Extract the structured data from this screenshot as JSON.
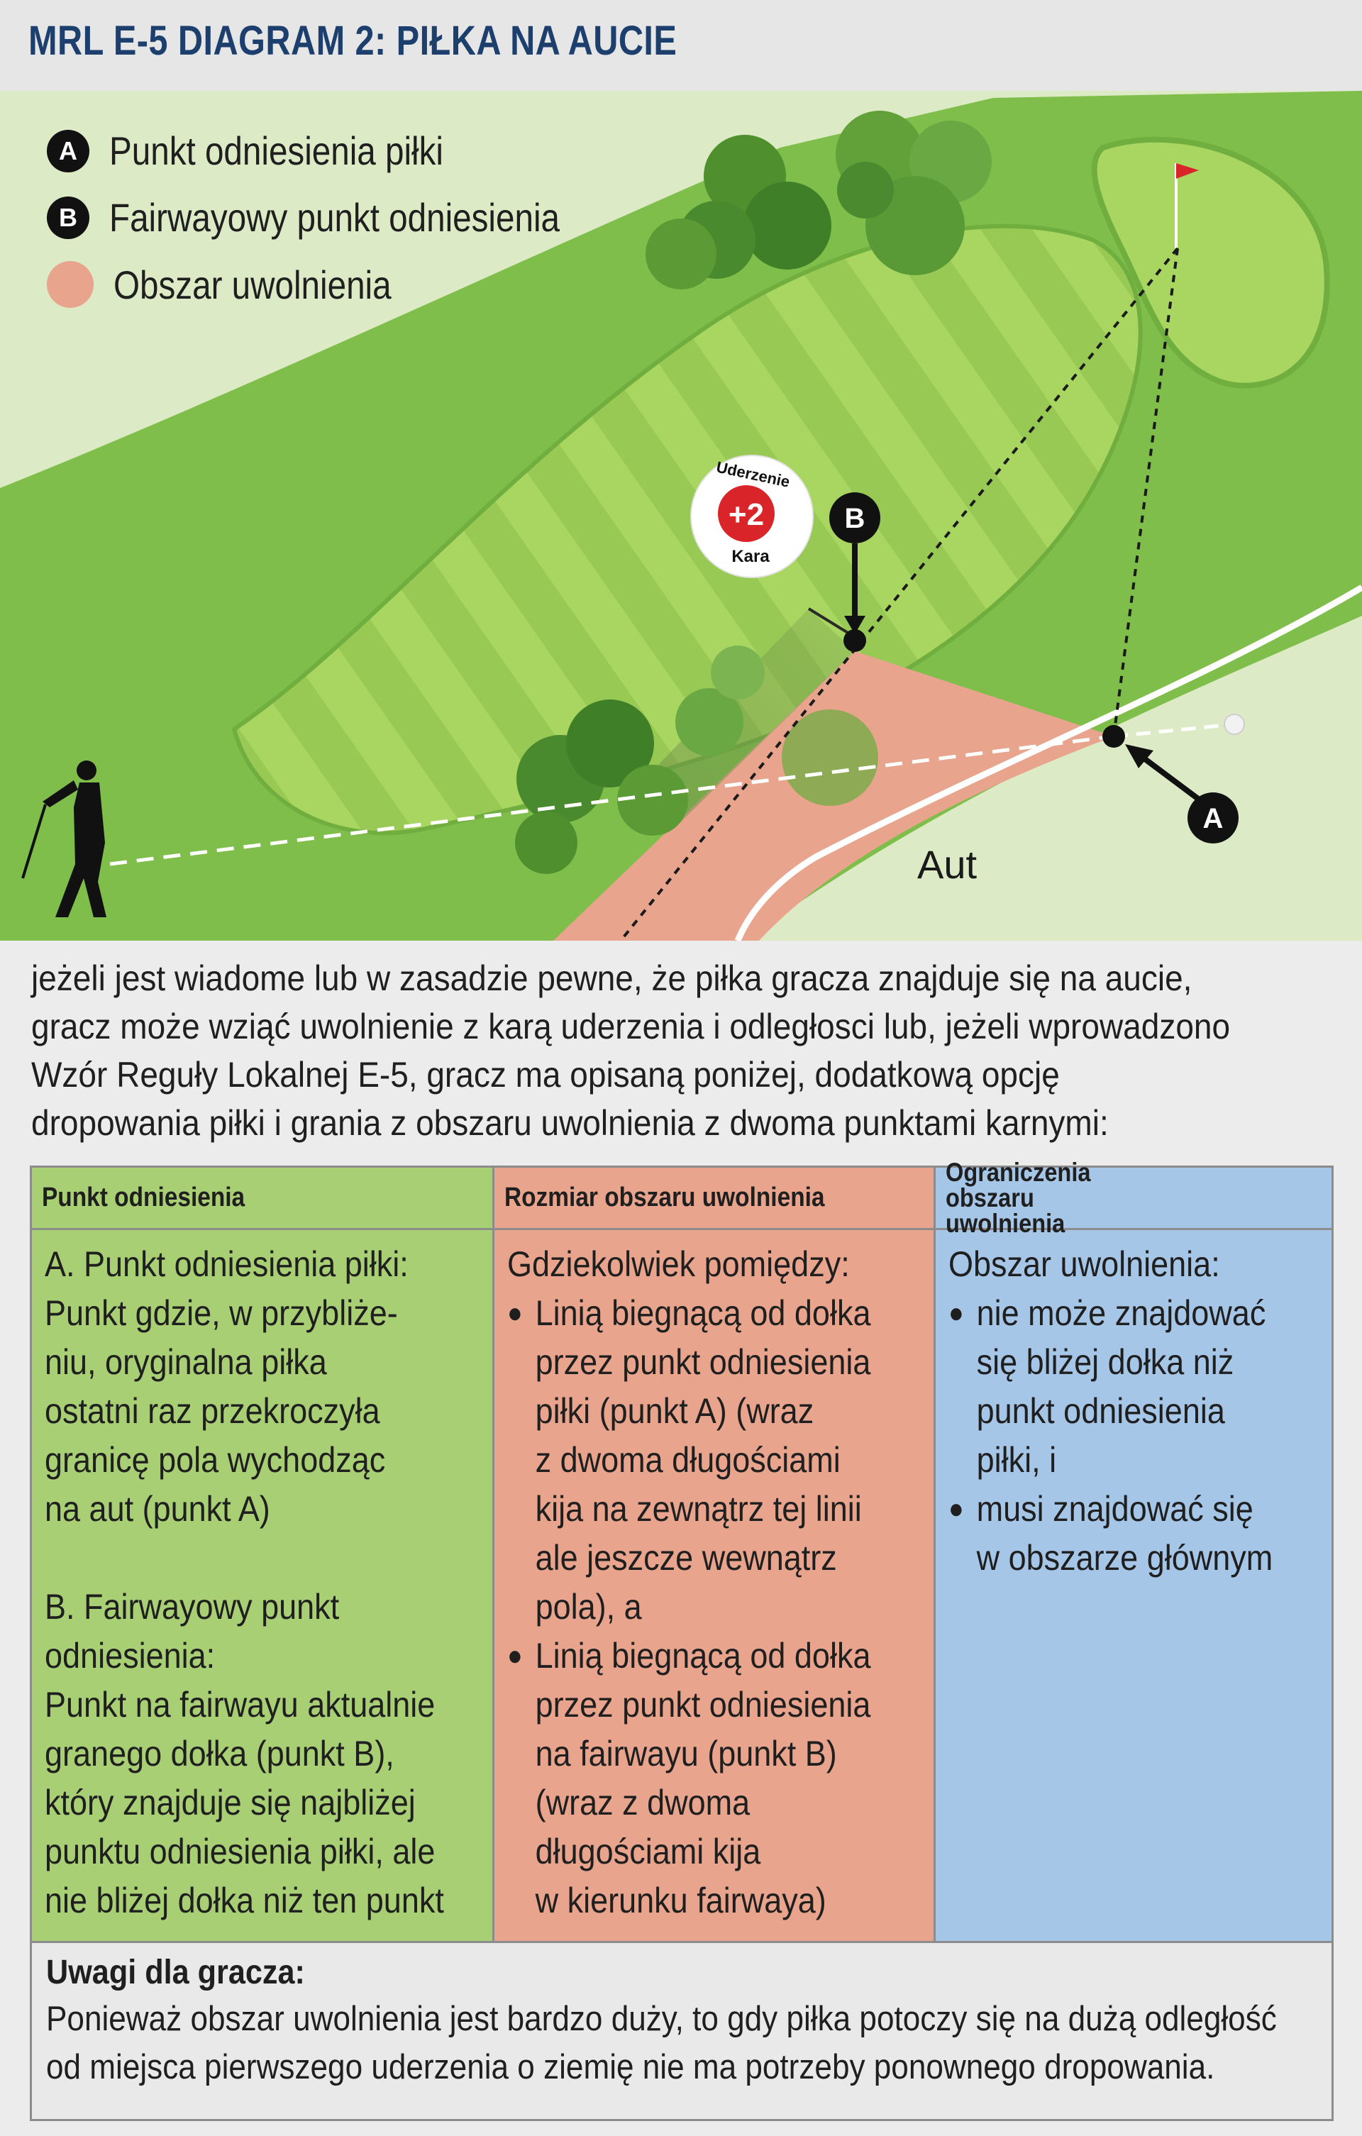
{
  "header": {
    "title": "MRL E-5 DIAGRAM 2: PIŁKA NA AUCIE"
  },
  "legend": [
    {
      "badge": "A",
      "label": "Punkt odniesienia piłki"
    },
    {
      "badge": "B",
      "label": "Fairwayowy punkt odniesienia"
    },
    {
      "badge": "",
      "label": "Obszar uwolnienia",
      "swatch_color": "#e8a48c"
    }
  ],
  "diagram": {
    "markers": {
      "a": "A",
      "b": "B"
    },
    "penalty": {
      "top": "Uderzenie",
      "value": "+2",
      "bottom": "Kara"
    },
    "out_of_bounds": "Aut"
  },
  "intro": "jeżeli jest wiadome lub w zasadzie pewne, że piłka gracza znajduje się na aucie, gracz może wziąć uwolnienie z karą uderzenia i odległosci lub, jeżeli wprowadzono Wzór Reguły Lokalnej E-5, gracz ma opisaną poniżej, dodatkową opcję dropowania piłki i grania z obszaru uwolnienia z dwoma punktami karnymi:",
  "table": {
    "columns": [
      {
        "header": "Punkt odniesienia",
        "color": "#a9cf74",
        "para1": "A. Punkt odniesienia piłki:\nPunkt gdzie, w przybliże-\nniu, oryginalna piłka\nostatni raz przekroczyła\ngranicę pola wychodząc\nna aut (punkt A)",
        "para2": "B. Fairwayowy punkt\nodniesienia:\nPunkt na fairwayu aktualnie\ngranego dołka (punkt B),\nktóry znajduje się najbliżej\npunktu odniesienia piłki, ale\nnie bliżej dołka niż ten punkt"
      },
      {
        "header": "Rozmiar obszaru uwolnienia",
        "color": "#e8a48c",
        "intro": "Gdziekolwiek pomiędzy:",
        "bullets": [
          "Linią biegnącą od dołka\nprzez punkt odniesienia\npiłki (punkt A) (wraz\nz dwoma długościami\nkija na zewnątrz tej linii\nale jeszcze wewnątrz\npola), a",
          "Linią biegnącą od dołka\nprzez punkt odniesienia\nna fairwayu (punkt B)\n(wraz z dwoma\ndługościami kija\nw kierunku fairwaya)"
        ]
      },
      {
        "header": "Ograniczenia obszaru uwolnienia",
        "color": "#a6c6e8",
        "intro": "Obszar uwolnienia:",
        "bullets": [
          "nie może znajdować\nsię bliżej dołka niż\npunkt odniesienia\npiłki, i",
          "musi znajdować się\nw obszarze głównym"
        ]
      }
    ],
    "notes": {
      "title": "Uwagi dla gracza:",
      "body": "Ponieważ obszar uwolnienia jest bardzo duży, to gdy piłka potoczy się na dużą odległość\nod miejsca pierwszego uderzenia o ziemię nie ma potrzeby ponownego dropowania."
    }
  },
  "colors": {
    "title": "#1c3f6e",
    "rough": "#7fbe4b",
    "fairway": "#a5d35c",
    "relief_area": "#e8a48c",
    "out_of_bounds": "#dcebc6",
    "penalty_red": "#d9252a"
  }
}
